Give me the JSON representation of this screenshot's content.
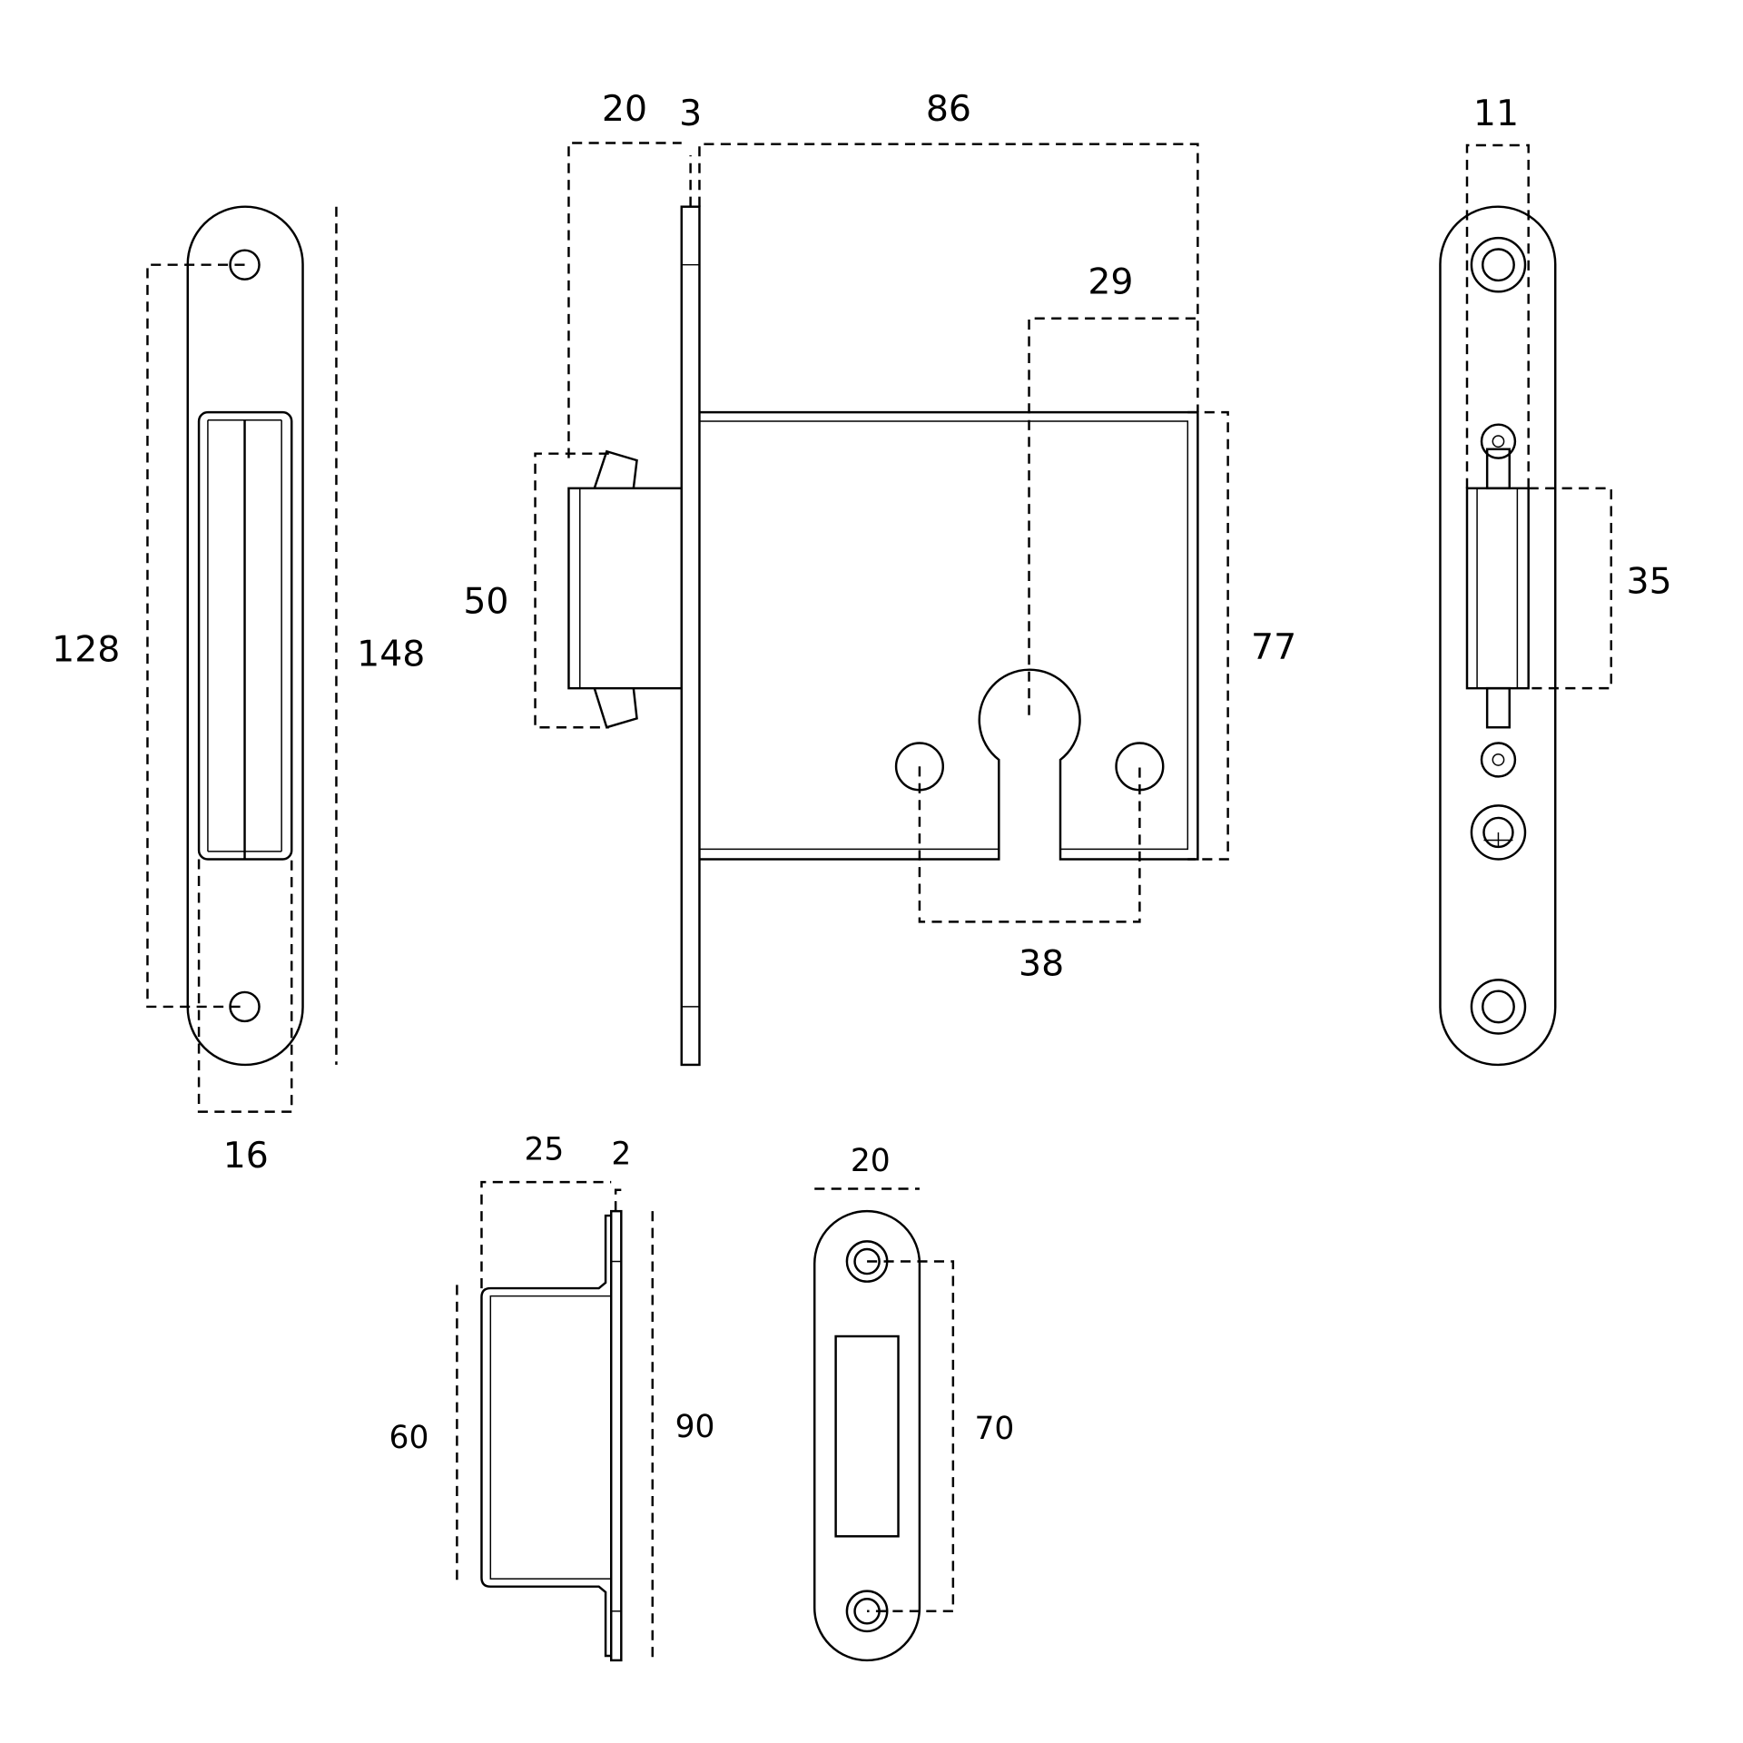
{
  "faceplate_view": {
    "dim_hole_spacing": "128",
    "dim_length": "148",
    "dim_width": "16"
  },
  "side_view": {
    "dim_backset_latch": "20",
    "dim_plate_thickness": "3",
    "dim_body_depth": "86",
    "dim_key_center": "29",
    "dim_latch_height": "50",
    "dim_body_height": "77",
    "dim_screw_spacing": "38"
  },
  "front_view": {
    "dim_width": "11",
    "dim_latch_height": "35"
  },
  "strike_box": {
    "dim_depth": "25",
    "dim_thickness": "2",
    "dim_box_height": "60",
    "dim_plate_height": "90"
  },
  "strike_plate": {
    "dim_width": "20",
    "dim_hole_spacing": "70"
  }
}
